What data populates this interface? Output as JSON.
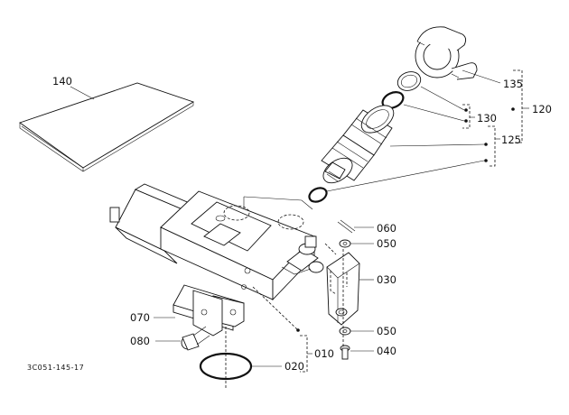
{
  "figure_code": "3C051-145-17",
  "callouts": {
    "c140": "140",
    "c135": "135",
    "c130": "130",
    "c125": "125",
    "c120": "120",
    "c060": "060",
    "c050a": "050",
    "c030": "030",
    "c050b": "050",
    "c040": "040",
    "c070": "070",
    "c080": "080",
    "c020": "020",
    "c010": "010"
  },
  "icons": [
    "valve-block",
    "manual-booklet",
    "clamp-bracket",
    "o-ring",
    "filter-cartridge",
    "mounting-bracket",
    "bolt",
    "washer"
  ]
}
